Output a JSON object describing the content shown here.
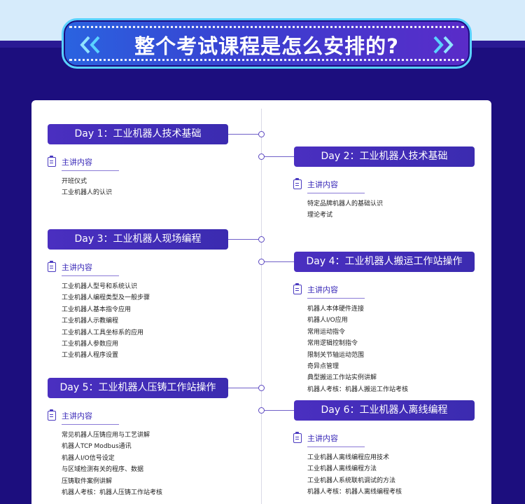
{
  "title": "整个考试课程是怎么安排的?",
  "section_label": "主讲内容",
  "days": [
    {
      "label": "Day 1：工业机器人技术基础",
      "items": [
        "开班仪式",
        "工业机器人的认识"
      ]
    },
    {
      "label": "Day 2：工业机器人技术基础",
      "items": [
        "特定品牌机器人的基础认识",
        "理论考试"
      ]
    },
    {
      "label": "Day 3：工业机器人现场编程",
      "items": [
        "工业机器人型号和系统认识",
        "工业机器人编程类型及一般步骤",
        "工业机器人基本指令应用",
        "工业机器人示教编程",
        "工业机器人工具坐标系的应用",
        "工业机器人参数应用",
        "工业机器人程序设置"
      ]
    },
    {
      "label": "Day 4：工业机器人搬运工作站操作",
      "items": [
        "机器人本体硬件连接",
        "机器人I/O应用",
        "常用运动指令",
        "常用逻辑控制指令",
        "限制关节轴运动范围",
        "奇异点管理",
        "典型搬运工作站实例讲解",
        "机器人考核：机器人搬运工作站考核"
      ]
    },
    {
      "label": "Day 5：工业机器人压铸工作站操作",
      "items": [
        "常见机器人压铸应用与工艺讲解",
        "机器人TCP Modbus通讯",
        "机器人I/O信号设定",
        "与区域检测有关的程序、数据",
        "压铸取件案例讲解",
        "机器人考核：机器人压铸工作站考核"
      ]
    },
    {
      "label": "Day 6：工业机器人离线编程",
      "items": [
        "工业机器人离线编程应用技术",
        "工业机器人离线编程方法",
        "工业机器人系统联机调试的方法",
        "机器人考核：机器人离线编程考核"
      ]
    }
  ]
}
